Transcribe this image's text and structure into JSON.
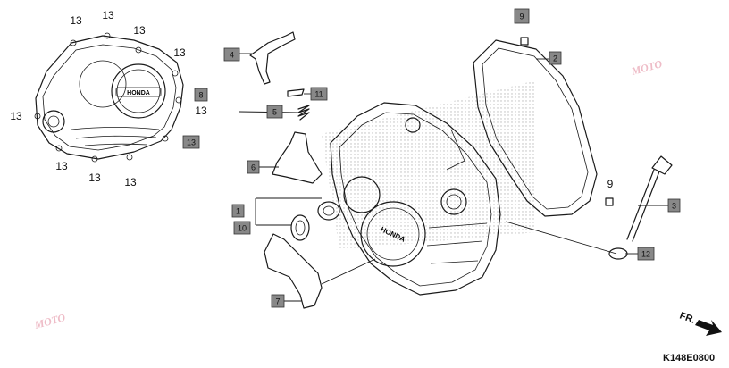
{
  "diagram": {
    "code": "K148E0800",
    "direction_label": "FR.",
    "brand_mark": "HONDA",
    "watermark": "MOTO",
    "plain_numbers": [
      {
        "id": "13a",
        "text": "13"
      },
      {
        "id": "13b",
        "text": "13"
      },
      {
        "id": "13c",
        "text": "13"
      },
      {
        "id": "13d",
        "text": "13"
      },
      {
        "id": "13e",
        "text": "13"
      },
      {
        "id": "13f",
        "text": "13"
      },
      {
        "id": "13g",
        "text": "13"
      },
      {
        "id": "13h",
        "text": "13"
      },
      {
        "id": "13i",
        "text": "13"
      },
      {
        "id": "13j",
        "text": "13"
      },
      {
        "id": "9b",
        "text": "9"
      }
    ],
    "callouts": [
      {
        "id": "c1",
        "text": "1"
      },
      {
        "id": "c2",
        "text": "2"
      },
      {
        "id": "c3",
        "text": "3"
      },
      {
        "id": "c4",
        "text": "4"
      },
      {
        "id": "c5",
        "text": "5"
      },
      {
        "id": "c6",
        "text": "6"
      },
      {
        "id": "c7",
        "text": "7"
      },
      {
        "id": "c8",
        "text": "8"
      },
      {
        "id": "c9",
        "text": "9"
      },
      {
        "id": "c10",
        "text": "10"
      },
      {
        "id": "c11",
        "text": "11"
      },
      {
        "id": "c12",
        "text": "12"
      },
      {
        "id": "c13",
        "text": "13"
      }
    ]
  }
}
